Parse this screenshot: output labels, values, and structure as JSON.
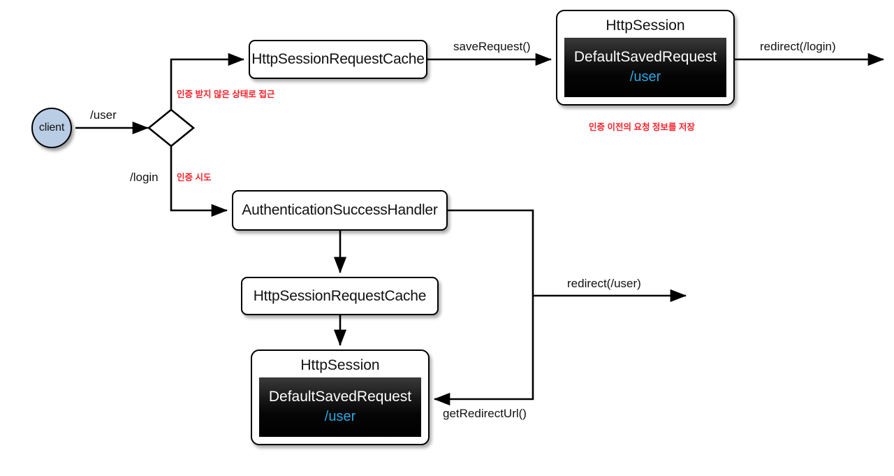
{
  "diagram": {
    "title": "Spring Security HttpSessionRequestCache redirect flow",
    "colors": {
      "client_fill": "#b9cde5",
      "note_red": "#f8222c",
      "saved_value_blue": "#29a8e0",
      "line": "#000000",
      "background": "#ffffff"
    },
    "nodes": {
      "client": {
        "label": "client"
      },
      "decision": {
        "label": ""
      },
      "request_cache_top": {
        "label": "HttpSessionRequestCache"
      },
      "session_top": {
        "title": "HttpSession",
        "saved_request_title": "DefaultSavedRequest",
        "saved_request_value": "/user"
      },
      "auth_success_handler": {
        "label": "AuthenticationSuccessHandler"
      },
      "request_cache_bottom": {
        "label": "HttpSessionRequestCache"
      },
      "session_bottom": {
        "title": "HttpSession",
        "saved_request_title": "DefaultSavedRequest",
        "saved_request_value": "/user"
      }
    },
    "edge_labels": {
      "client_to_decision": "/user",
      "decision_to_auth": "/login",
      "cache_to_session_top": "saveRequest()",
      "session_top_out": "redirect(/login)",
      "auth_branch_out": "redirect(/user)",
      "get_redirect_url": "getRedirectUrl()"
    },
    "notes": {
      "unauthenticated_access": "인증 받지 않은 상태로 접근",
      "auth_attempt": "인증 시도",
      "save_before_auth": "인증 이전의 요청 정보를 저장"
    }
  }
}
